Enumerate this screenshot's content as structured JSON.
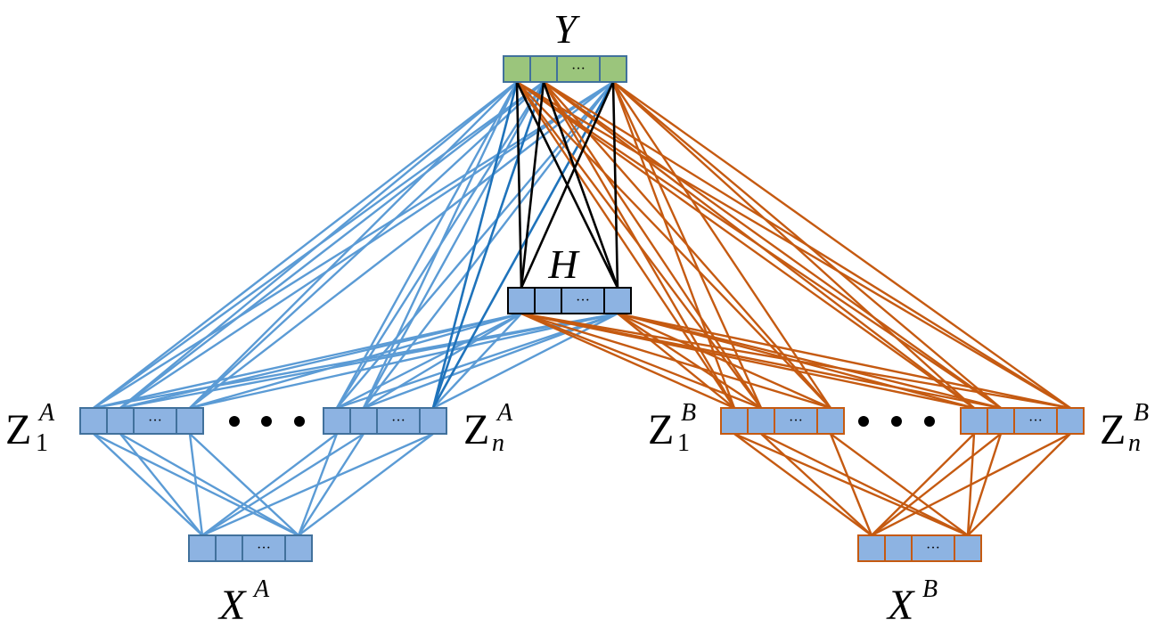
{
  "diagram": {
    "type": "neural-network-architecture",
    "colors": {
      "cell_blue": "#8db3e2",
      "cell_green": "#9bc57c",
      "border_blue": "#41719c",
      "border_orange": "#c55a11",
      "border_black": "#000000",
      "edge_light_blue": "#5b9bd5",
      "edge_dark_blue": "#1f73bb",
      "edge_orange": "#c55a11",
      "edge_black": "#000000"
    },
    "cell_ellipsis": "···",
    "between_ellipsis": "● ● ●",
    "nodes": {
      "Y": {
        "main": "Y",
        "sup": "",
        "sub": "",
        "fill": "green",
        "border": "blue"
      },
      "H": {
        "main": "H",
        "sup": "",
        "sub": "",
        "fill": "blue",
        "border": "black"
      },
      "Z1A": {
        "main": "Z",
        "sup": "A",
        "sub": "1",
        "fill": "blue",
        "border": "blue"
      },
      "ZnA": {
        "main": "Z",
        "sup": "A",
        "sub": "n",
        "fill": "blue",
        "border": "blue"
      },
      "Z1B": {
        "main": "Z",
        "sup": "B",
        "sub": "1",
        "fill": "blue",
        "border": "orange"
      },
      "ZnB": {
        "main": "Z",
        "sup": "B",
        "sub": "n",
        "fill": "blue",
        "border": "orange"
      },
      "XA": {
        "main": "X",
        "sup": "A",
        "sub": "",
        "fill": "blue",
        "border": "blue"
      },
      "XB": {
        "main": "X",
        "sup": "B",
        "sub": "",
        "fill": "blue",
        "border": "orange"
      }
    },
    "edges": [
      {
        "from": "XA",
        "to": "Z1A",
        "color": "light_blue"
      },
      {
        "from": "XA",
        "to": "ZnA",
        "color": "light_blue"
      },
      {
        "from": "XB",
        "to": "Z1B",
        "color": "orange"
      },
      {
        "from": "XB",
        "to": "ZnB",
        "color": "orange"
      },
      {
        "from": "Z1A",
        "to": "H",
        "color": "light_blue"
      },
      {
        "from": "ZnA",
        "to": "H",
        "color": "light_blue"
      },
      {
        "from": "Z1B",
        "to": "H",
        "color": "orange"
      },
      {
        "from": "ZnB",
        "to": "H",
        "color": "orange"
      },
      {
        "from": "Z1A",
        "to": "Y",
        "color": "light_blue"
      },
      {
        "from": "ZnA",
        "to": "Y",
        "color": "light_blue",
        "last_cell_color": "dark_blue"
      },
      {
        "from": "Z1B",
        "to": "Y",
        "color": "orange"
      },
      {
        "from": "ZnB",
        "to": "Y",
        "color": "orange"
      },
      {
        "from": "H",
        "to": "Y",
        "color": "black"
      }
    ]
  }
}
